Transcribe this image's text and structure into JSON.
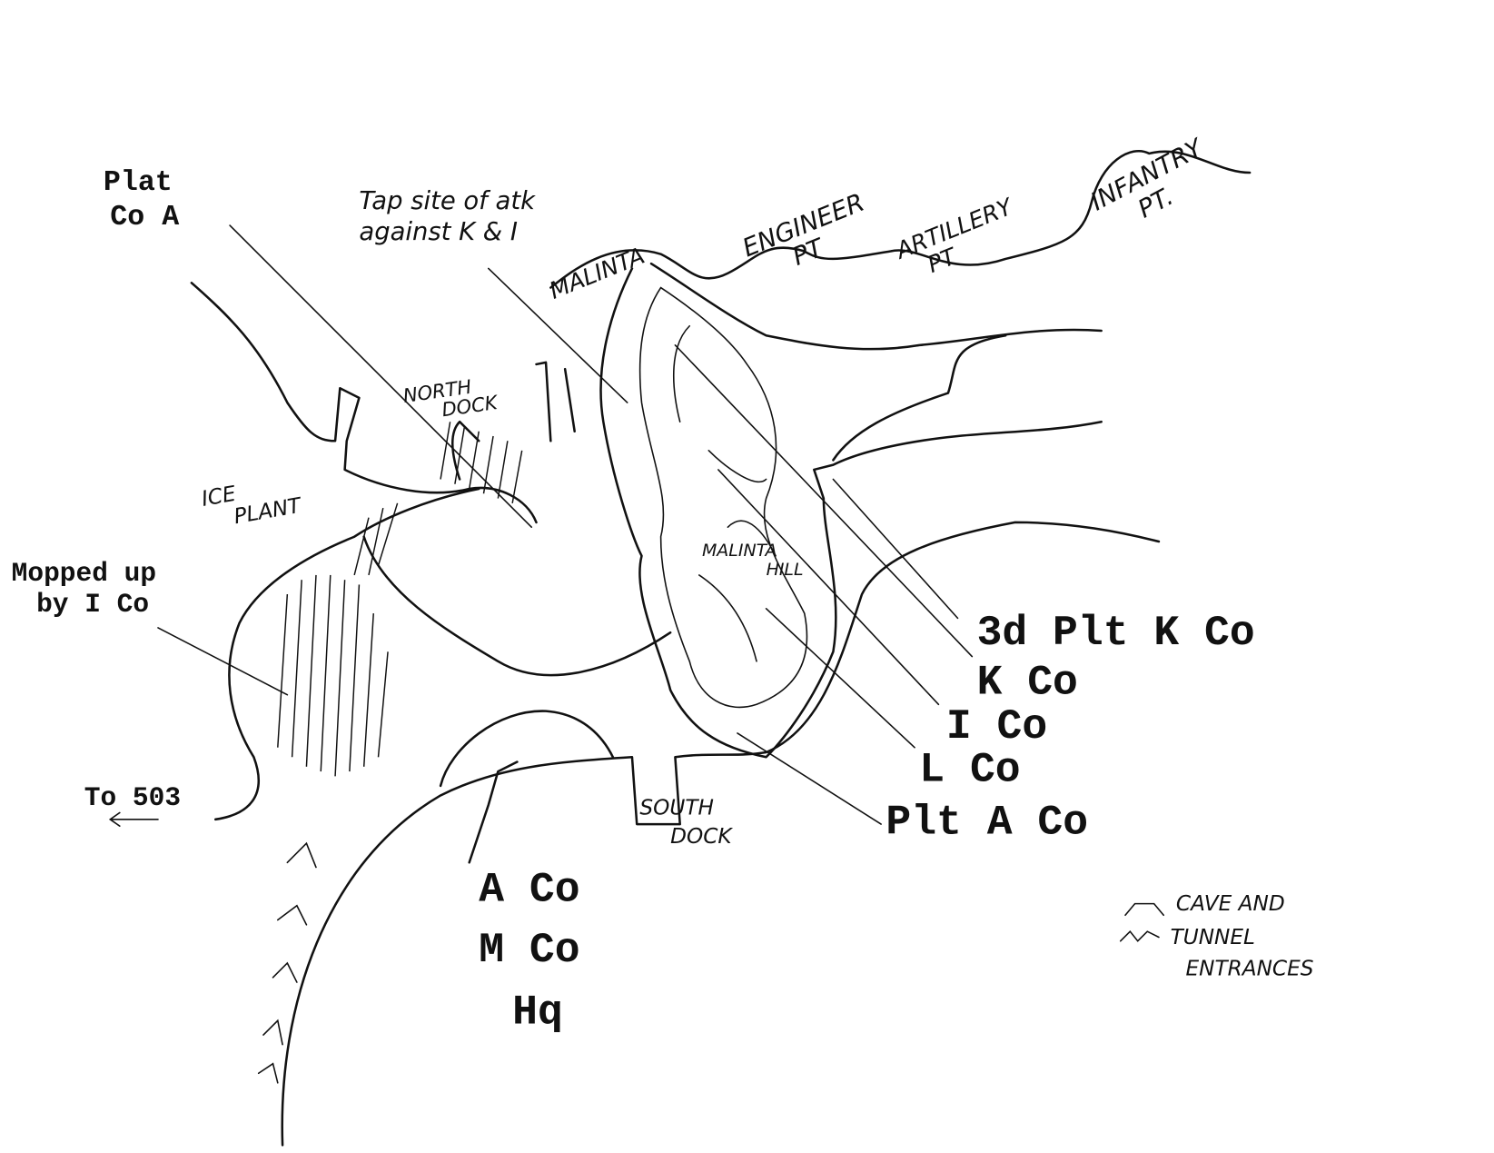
{
  "map": {
    "typed_labels": {
      "plat_co_a": [
        "Plat",
        "Co A"
      ],
      "mopped_up": [
        "Mopped up",
        "by I Co"
      ],
      "to_503": "To 503",
      "third_plt_k_co": "3d Plt K Co",
      "k_co": "K Co",
      "i_co": "I Co",
      "l_co": "L Co",
      "plt_a_co": "Plt A Co",
      "a_co": "A Co",
      "m_co": "M Co",
      "hq": "Hq"
    },
    "handwritten_labels": {
      "attack_note": [
        "Tap site of atk",
        "against K & I"
      ],
      "malinta": "MALINTA",
      "engineer_pt": [
        "ENGINEER",
        "PT"
      ],
      "artillery_pt": [
        "ARTILLERY",
        "PT"
      ],
      "infantry_pt": [
        "INFANTRY",
        "PT."
      ],
      "north_dock": [
        "NORTH",
        "DOCK"
      ],
      "ice_plant": [
        "ICE",
        "PLANT"
      ],
      "malinta_hill": [
        "MALINTA",
        "HILL"
      ],
      "south_dock": [
        "SOUTH",
        "DOCK"
      ]
    },
    "legend": {
      "cave_icon": "cave-entrance-icon",
      "tunnel_icon": "tunnel-entrance-icon",
      "lines": [
        "CAVE AND",
        "TUNNEL",
        "ENTRANCES"
      ]
    }
  }
}
